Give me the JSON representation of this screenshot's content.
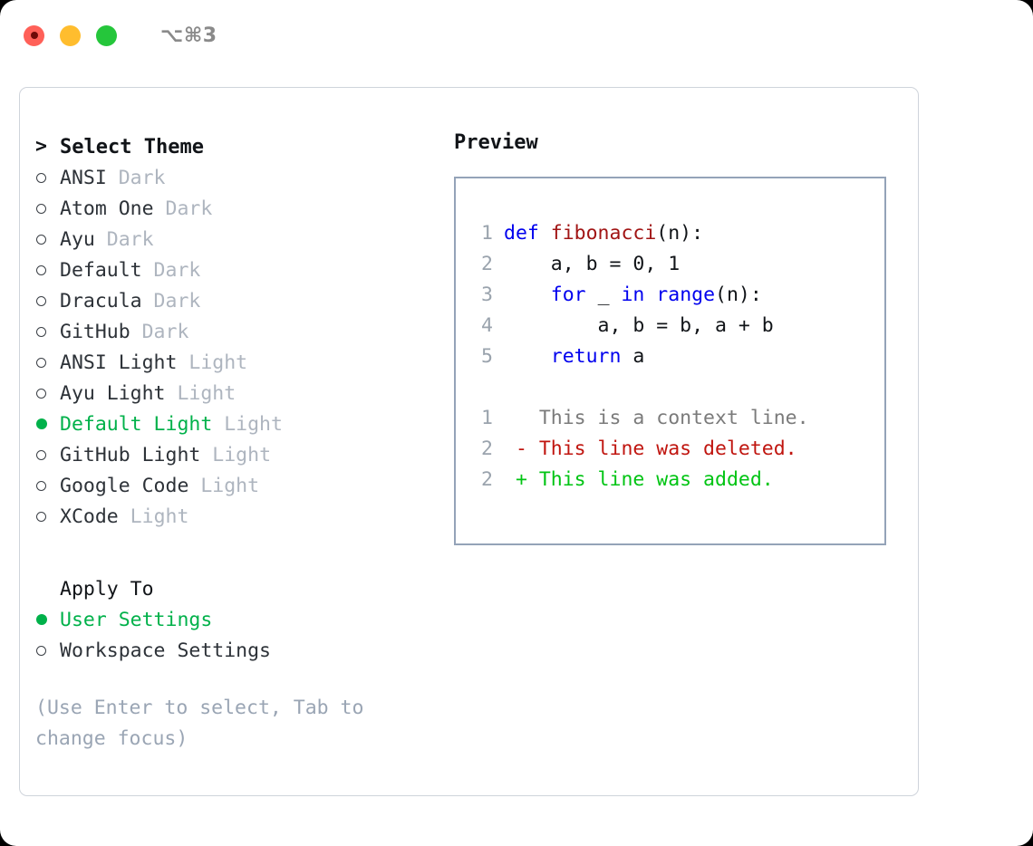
{
  "window": {
    "shortcut": "⌥⌘3",
    "traffic_lights": [
      {
        "name": "close",
        "color": "#ff6058"
      },
      {
        "name": "minimize",
        "color": "#ffbd2e"
      },
      {
        "name": "maximize",
        "color": "#25c63b"
      }
    ]
  },
  "theme_picker": {
    "header": "Select Theme",
    "caret": ">",
    "bullet_selected": "●",
    "bullet_unselected": "○",
    "accent_color": "#00b14a",
    "items": [
      {
        "name": "ANSI",
        "kind": "Dark",
        "selected": false
      },
      {
        "name": "Atom One",
        "kind": "Dark",
        "selected": false
      },
      {
        "name": "Ayu",
        "kind": "Dark",
        "selected": false
      },
      {
        "name": "Default",
        "kind": "Dark",
        "selected": false
      },
      {
        "name": "Dracula",
        "kind": "Dark",
        "selected": false
      },
      {
        "name": "GitHub",
        "kind": "Dark",
        "selected": false
      },
      {
        "name": "ANSI Light",
        "kind": "Light",
        "selected": false
      },
      {
        "name": "Ayu Light",
        "kind": "Light",
        "selected": false
      },
      {
        "name": "Default Light",
        "kind": "Light",
        "selected": true
      },
      {
        "name": "GitHub Light",
        "kind": "Light",
        "selected": false
      },
      {
        "name": "Google Code",
        "kind": "Light",
        "selected": false
      },
      {
        "name": "XCode",
        "kind": "Light",
        "selected": false
      }
    ]
  },
  "apply_to": {
    "header": "Apply To",
    "options": [
      {
        "label": "User Settings",
        "selected": true
      },
      {
        "label": "Workspace Settings",
        "selected": false
      }
    ]
  },
  "hint": "(Use Enter to select, Tab to change focus)",
  "preview": {
    "title": "Preview",
    "border_color": "#94a3b8",
    "code_lines": [
      {
        "lineno": "1",
        "tokens": [
          {
            "text": "def ",
            "type": "kw"
          },
          {
            "text": "fibonacci",
            "type": "fn"
          },
          {
            "text": "(n):",
            "type": "plain"
          }
        ]
      },
      {
        "lineno": "2",
        "tokens": [
          {
            "text": "    a, b = 0, 1",
            "type": "plain"
          }
        ]
      },
      {
        "lineno": "3",
        "tokens": [
          {
            "text": "    ",
            "type": "plain"
          },
          {
            "text": "for",
            "type": "kw"
          },
          {
            "text": " _ ",
            "type": "plain"
          },
          {
            "text": "in range",
            "type": "kw"
          },
          {
            "text": "(n):",
            "type": "plain"
          }
        ]
      },
      {
        "lineno": "4",
        "tokens": [
          {
            "text": "        a, b = b, a + b",
            "type": "plain"
          }
        ]
      },
      {
        "lineno": "5",
        "tokens": [
          {
            "text": "    ",
            "type": "plain"
          },
          {
            "text": "return",
            "type": "kw"
          },
          {
            "text": " a",
            "type": "plain"
          }
        ]
      }
    ],
    "diff_lines": [
      {
        "lineno": "1",
        "marker": " ",
        "text": "This is a context line.",
        "type": "ctx"
      },
      {
        "lineno": "2",
        "marker": "-",
        "text": "This line was deleted.",
        "type": "del"
      },
      {
        "lineno": "2",
        "marker": "+",
        "text": "This line was added.",
        "type": "add"
      }
    ]
  }
}
